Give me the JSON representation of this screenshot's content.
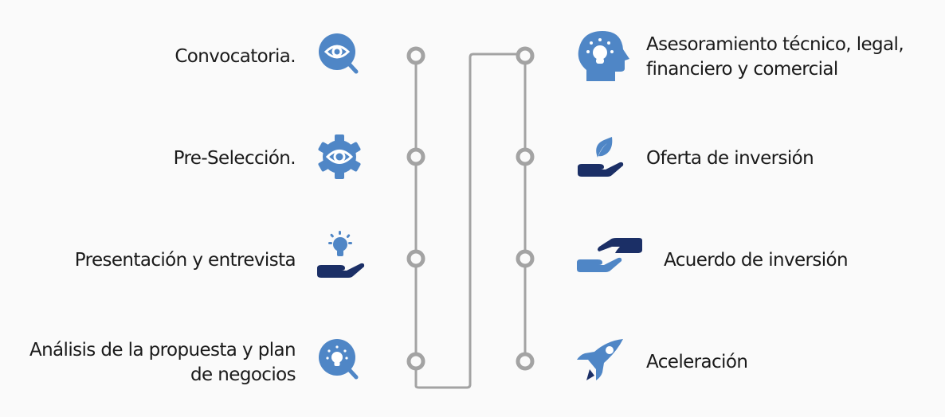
{
  "colors": {
    "light_blue": "#4f86c6",
    "navy": "#1b2f66",
    "connector": "#a3a3a3",
    "text": "#1a1a1a",
    "background": "#fafafa"
  },
  "left_steps": [
    {
      "label": "Convocatoria.",
      "icon": "eye-search-icon"
    },
    {
      "label": "Pre-Selección.",
      "icon": "gear-eye-icon"
    },
    {
      "label": "Presentación y entrevista",
      "icon": "hand-lightbulb-icon"
    },
    {
      "label_line1": "Análisis de la propuesta y plan",
      "label_line2": "de negocios",
      "icon": "lightbulb-search-icon"
    }
  ],
  "right_steps": [
    {
      "label_line1": "Asesoramiento técnico, legal,",
      "label_line2": "financiero y comercial",
      "icon": "head-lightbulb-icon"
    },
    {
      "label": "Oferta de inversión",
      "icon": "hand-leaf-icon"
    },
    {
      "label": "Acuerdo de inversión",
      "icon": "handshake-hands-icon"
    },
    {
      "label": "Aceleración",
      "icon": "rocket-icon"
    }
  ]
}
